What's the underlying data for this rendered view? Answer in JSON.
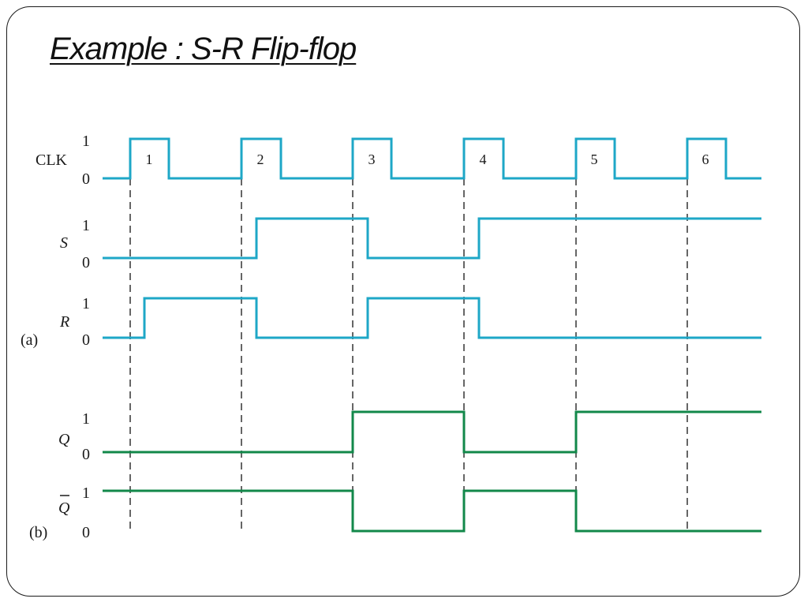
{
  "slide": {
    "title": "Example : S-R Flip-flop"
  },
  "colors": {
    "input_waveform": "#1ea7c7",
    "output_waveform": "#12884a",
    "guide_line": "#333333",
    "text": "#1a1a1a"
  },
  "panels": {
    "a": "(a)",
    "b": "(b)"
  },
  "clock": {
    "label": "CLK",
    "high": "1",
    "low": "0",
    "pulse_numbers": [
      "1",
      "2",
      "3",
      "4",
      "5",
      "6"
    ]
  },
  "signals": [
    {
      "id": "clk",
      "label": "CLK",
      "high_label": "1",
      "low_label": "0",
      "levels": [
        0,
        1,
        0,
        1,
        0,
        1,
        0,
        1,
        0,
        1,
        0,
        1,
        0
      ]
    },
    {
      "id": "s",
      "label": "S",
      "high_label": "1",
      "low_label": "0",
      "levels": [
        0,
        0,
        0,
        0,
        1,
        1,
        1,
        0,
        0,
        1,
        1,
        1,
        1
      ]
    },
    {
      "id": "r",
      "label": "R",
      "high_label": "1",
      "low_label": "0",
      "levels": [
        0,
        1,
        1,
        1,
        0,
        0,
        0,
        1,
        1,
        0,
        0,
        0,
        0
      ]
    },
    {
      "id": "q",
      "label": "Q",
      "high_label": "1",
      "low_label": "0",
      "levels": [
        0,
        0,
        0,
        0,
        0,
        1,
        1,
        1,
        0,
        1,
        1,
        1,
        1
      ]
    },
    {
      "id": "qbar",
      "label": "Q",
      "high_label": "1",
      "low_label": "0",
      "levels": [
        1,
        1,
        1,
        1,
        1,
        0,
        0,
        0,
        1,
        0,
        0,
        0,
        0
      ]
    }
  ]
}
